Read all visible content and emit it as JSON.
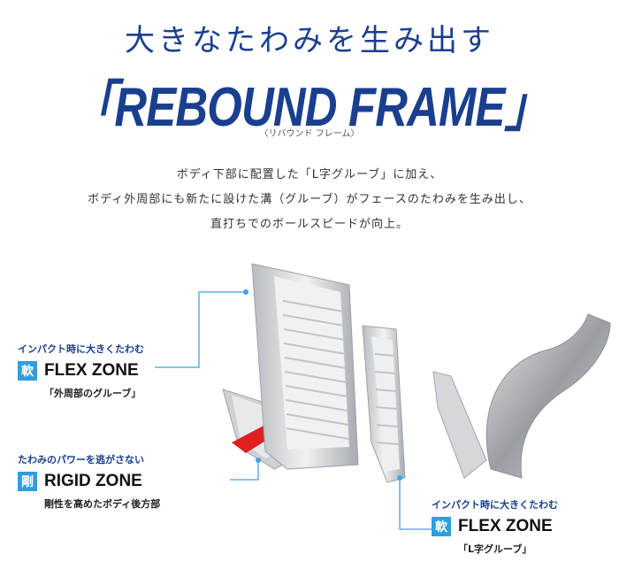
{
  "header": {
    "subtitle": "大きなたわみを生み出す",
    "title": "「REBOUND FRAME」",
    "reading": "〈リバウンド フレーム〉"
  },
  "description": [
    "ボディ下部に配置した「L字グルーブ」に加え、",
    "ボディ外周部にも新たに設けた溝（グルーブ）がフェースのたわみを生み出し、",
    "直打ちでのボールスピードが向上。"
  ],
  "zones": [
    {
      "caption": "インパクト時に大きくたわむ",
      "kanji": "軟",
      "name": "FLEX ZONE",
      "sub": "「外周部のグルーブ」"
    },
    {
      "caption": "たわみのパワーを逃がさない",
      "kanji": "剛",
      "name": "RIGID ZONE",
      "sub": "剛性を高めたボディ後方部"
    },
    {
      "caption": "インパクト時に大きくたわむ",
      "kanji": "軟",
      "name": "FLEX ZONE",
      "sub": "「L字グルーブ」"
    }
  ],
  "colors": {
    "brand": "#1a3f8f",
    "accent": "#2d9fe0",
    "rigid": "#e02020"
  }
}
